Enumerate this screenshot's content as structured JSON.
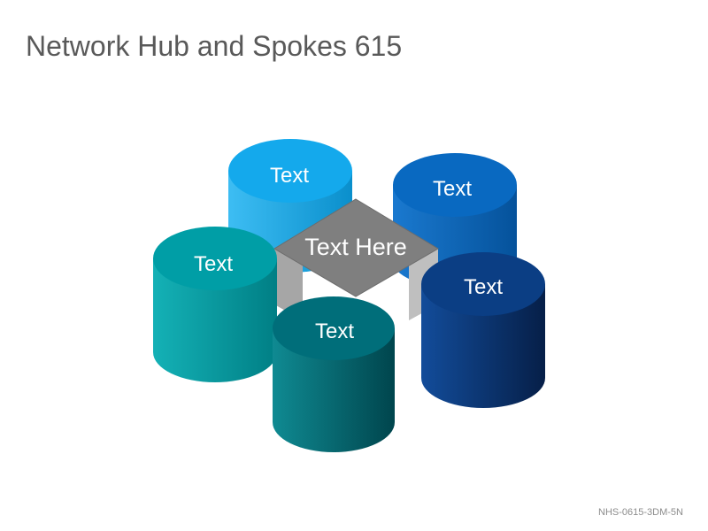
{
  "slide": {
    "title": "Network Hub and Spokes 615",
    "footer_code": "NHS-0615-3DM-5N"
  },
  "hub": {
    "label": "Text Here",
    "colors": {
      "top": "#7f7f7f",
      "left": "#a6a6a6",
      "right": "#bfbfbf"
    }
  },
  "spokes": [
    {
      "label": "Text",
      "colors": {
        "top": "#14a9ec",
        "side_light": "#3dbdf3",
        "side_dark": "#0a8fcc"
      }
    },
    {
      "label": "Text",
      "colors": {
        "top": "#0969c1",
        "side_light": "#1a79cf",
        "side_dark": "#05529b"
      }
    },
    {
      "label": "Text",
      "colors": {
        "top": "#009ea6",
        "side_light": "#14b1b6",
        "side_dark": "#007f85"
      }
    },
    {
      "label": "Text",
      "colors": {
        "top": "#0b3e84",
        "side_light": "#124c9a",
        "side_dark": "#061f48"
      }
    },
    {
      "label": "Text",
      "colors": {
        "top": "#006e7a",
        "side_light": "#0f8a92",
        "side_dark": "#00454d"
      }
    }
  ]
}
